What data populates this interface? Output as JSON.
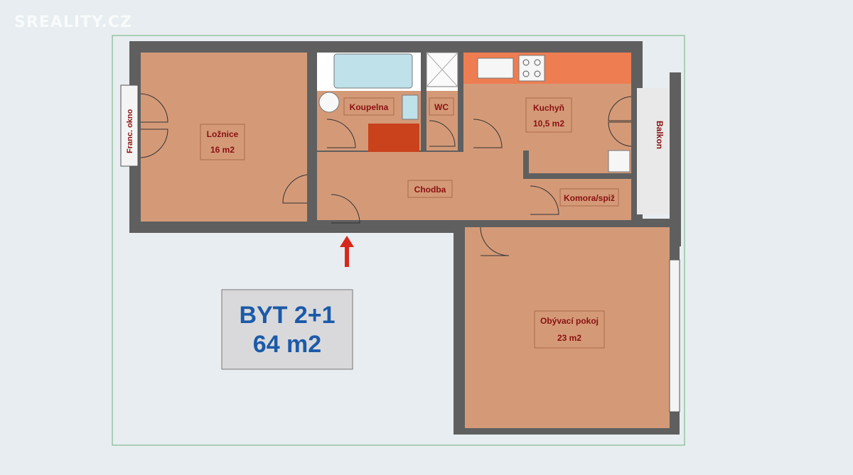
{
  "watermark": "SREALITY.CZ",
  "summary": {
    "line1": "BYT 2+1",
    "line2": "64 m2"
  },
  "rooms": {
    "loznice": {
      "name": "Ložnice",
      "area": "16 m2"
    },
    "koupelna": {
      "name": "Koupelna"
    },
    "wc": {
      "name": "WC"
    },
    "kuchyn": {
      "name": "Kuchyň",
      "area": "10,5 m2"
    },
    "chodba": {
      "name": "Chodba"
    },
    "komora": {
      "name": "Komora/spiž"
    },
    "obyvaci": {
      "name": "Obývací pokoj",
      "area": "23 m2"
    },
    "balkon": {
      "name": "Balkon"
    },
    "okno": {
      "name": "Franc. okno"
    }
  },
  "colors": {
    "room_fill": "#d49a78",
    "wall": "#5f5f5f",
    "kitchen_counter": "#ee7d52",
    "mat": "#c9421c",
    "entrance_arrow": "#d8271c",
    "summary_text": "#1c5aa8",
    "label_text": "#8a1010"
  }
}
